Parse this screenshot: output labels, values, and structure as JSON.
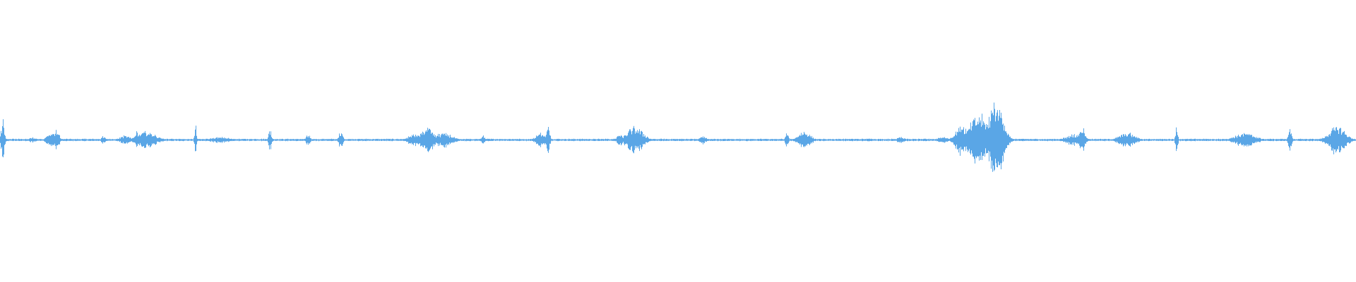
{
  "waveform": {
    "color": "#5aa6e6",
    "background": "#ffffff",
    "bursts": [
      {
        "t": 0.002,
        "w": 0.0016,
        "a": 0.14
      },
      {
        "t": 0.024,
        "w": 0.003,
        "a": 0.02
      },
      {
        "t": 0.0385,
        "w": 0.005,
        "a": 0.05
      },
      {
        "t": 0.042,
        "w": 0.002,
        "a": 0.08
      },
      {
        "t": 0.076,
        "w": 0.002,
        "a": 0.03
      },
      {
        "t": 0.092,
        "w": 0.005,
        "a": 0.03
      },
      {
        "t": 0.101,
        "w": 0.002,
        "a": 0.06
      },
      {
        "t": 0.108,
        "w": 0.009,
        "a": 0.06
      },
      {
        "t": 0.144,
        "w": 0.001,
        "a": 0.1
      },
      {
        "t": 0.162,
        "w": 0.01,
        "a": 0.02
      },
      {
        "t": 0.199,
        "w": 0.0014,
        "a": 0.08
      },
      {
        "t": 0.227,
        "w": 0.002,
        "a": 0.04
      },
      {
        "t": 0.251,
        "w": 0.002,
        "a": 0.06
      },
      {
        "t": 0.305,
        "w": 0.006,
        "a": 0.04
      },
      {
        "t": 0.315,
        "w": 0.006,
        "a": 0.09
      },
      {
        "t": 0.327,
        "w": 0.008,
        "a": 0.05
      },
      {
        "t": 0.356,
        "w": 0.0016,
        "a": 0.03
      },
      {
        "t": 0.399,
        "w": 0.005,
        "a": 0.05
      },
      {
        "t": 0.404,
        "w": 0.0015,
        "a": 0.11
      },
      {
        "t": 0.457,
        "w": 0.003,
        "a": 0.04
      },
      {
        "t": 0.468,
        "w": 0.008,
        "a": 0.09
      },
      {
        "t": 0.518,
        "w": 0.003,
        "a": 0.03
      },
      {
        "t": 0.58,
        "w": 0.0016,
        "a": 0.05
      },
      {
        "t": 0.593,
        "w": 0.006,
        "a": 0.06
      },
      {
        "t": 0.64,
        "w": 0.005,
        "a": 0.01
      },
      {
        "t": 0.664,
        "w": 0.004,
        "a": 0.02
      },
      {
        "t": 0.695,
        "w": 0.006,
        "a": 0.02
      },
      {
        "t": 0.709,
        "w": 0.006,
        "a": 0.11
      },
      {
        "t": 0.7215,
        "w": 0.009,
        "a": 0.18
      },
      {
        "t": 0.734,
        "w": 0.007,
        "a": 0.26
      },
      {
        "t": 0.7415,
        "w": 0.002,
        "a": 0.05
      },
      {
        "t": 0.792,
        "w": 0.008,
        "a": 0.04
      },
      {
        "t": 0.798,
        "w": 0.0025,
        "a": 0.09
      },
      {
        "t": 0.831,
        "w": 0.008,
        "a": 0.05
      },
      {
        "t": 0.8675,
        "w": 0.0012,
        "a": 0.09
      },
      {
        "t": 0.918,
        "w": 0.01,
        "a": 0.05
      },
      {
        "t": 0.951,
        "w": 0.0016,
        "a": 0.08
      },
      {
        "t": 0.986,
        "w": 0.008,
        "a": 0.1
      }
    ]
  }
}
